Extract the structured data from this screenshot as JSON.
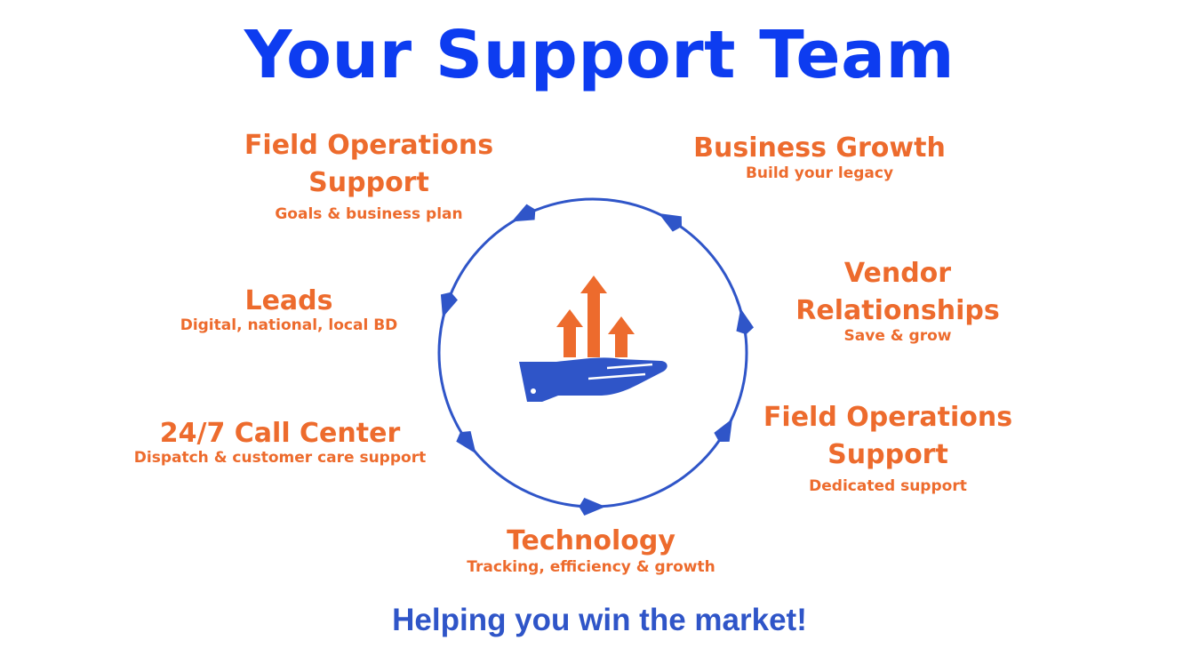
{
  "title": "Your Support Team",
  "tagline": "Helping you win the market!",
  "nodes": [
    {
      "heading": "Field Operations Support",
      "sub": "Goals & business plan"
    },
    {
      "heading": "Business Growth",
      "sub": "Build your legacy"
    },
    {
      "heading": "Leads",
      "sub": "Digital, national, local BD"
    },
    {
      "heading": "Vendor Relationships",
      "sub": "Save & grow"
    },
    {
      "heading": "24/7 Call Center",
      "sub": "Dispatch & customer care support"
    },
    {
      "heading": "Field Operations Support",
      "sub": "Dedicated support"
    },
    {
      "heading": "Technology",
      "sub": "Tracking, efficiency & growth"
    }
  ],
  "colors": {
    "title": "#0d3cf0",
    "accent": "#ed6b2d",
    "cycle": "#2f55c8",
    "tagline": "#2f55c8"
  },
  "center_icon": "hand-growth-arrows-icon",
  "arrow_icon": "cycle-arrow-icon"
}
